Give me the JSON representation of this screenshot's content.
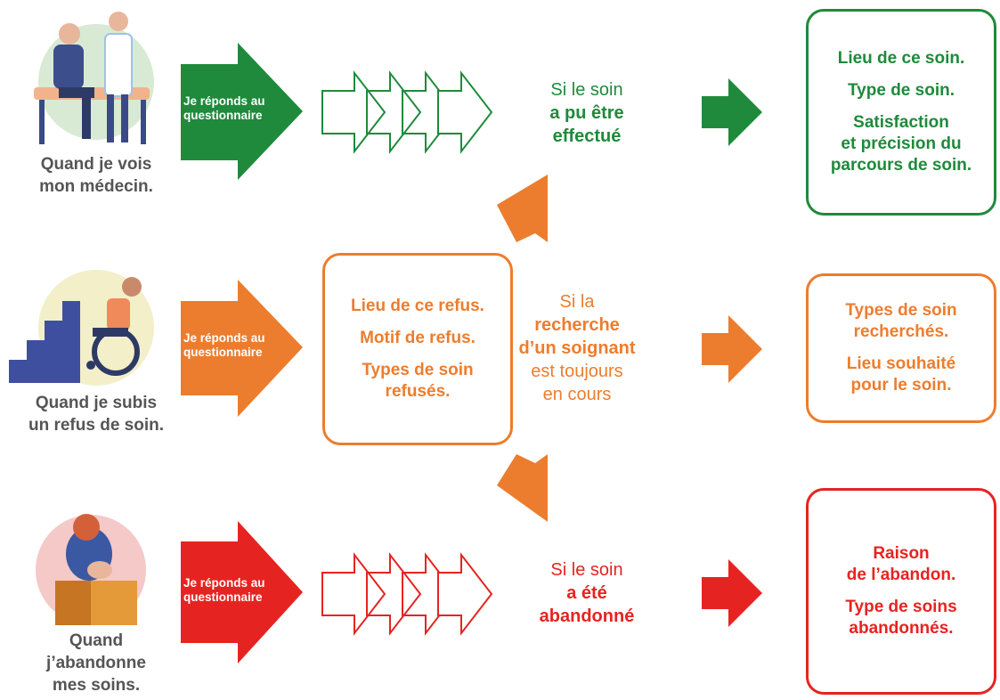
{
  "colors": {
    "green": "#1f8a3b",
    "orange": "#ec7d2e",
    "red": "#e52421",
    "caption_gray": "#555555"
  },
  "rows": [
    {
      "id": "doctor",
      "caption": [
        "Quand je vois",
        "mon médecin."
      ],
      "arrow_label": [
        "Je réponds au",
        "questionnaire"
      ],
      "condition_light": "Si le soin",
      "condition_bold": "a pu être effectué",
      "result_box": [
        "Lieu de ce soin.",
        "Type de soin.",
        "Satisfaction\net précision du\nparcours de soin."
      ]
    },
    {
      "id": "refusal",
      "caption": [
        "Quand je subis",
        "un refus de soin."
      ],
      "arrow_label": [
        "Je réponds au",
        "questionnaire"
      ],
      "info_box": [
        "Lieu de ce refus.",
        "Motif de refus.",
        "Types de soin\nrefusés."
      ],
      "condition": [
        {
          "text": "Si la",
          "bold": false
        },
        {
          "text": "recherche",
          "bold": true
        },
        {
          "text": "d’un soignant",
          "bold": true
        },
        {
          "text": "est toujours",
          "bold": false
        },
        {
          "text": "en cours",
          "bold": false
        }
      ],
      "result_box": [
        "Types de soin\nrecherchés.",
        "Lieu souhaité\npour le soin."
      ]
    },
    {
      "id": "abandon",
      "caption": [
        "Quand",
        "j’abandonne",
        "mes soins."
      ],
      "arrow_label": [
        "Je réponds au",
        "questionnaire"
      ],
      "condition_light": "Si le soin",
      "condition_bold": "a été abandonné",
      "result_box": [
        "Raison\nde l’abandon.",
        "Type de soins\nabandonnés."
      ]
    }
  ]
}
